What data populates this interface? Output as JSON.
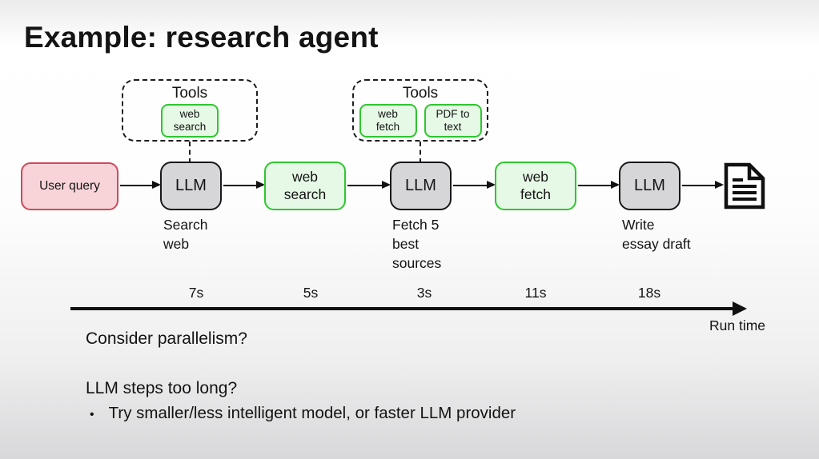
{
  "title": "Example: research agent",
  "colors": {
    "query_fill": "#f8d4d9",
    "query_border": "#ce4a5c",
    "llm_fill": "#d6d6d9",
    "llm_border": "#18181a",
    "tool_fill": "#e6f9e6",
    "tool_border": "#2ec72e"
  },
  "tools_groups": [
    {
      "label": "Tools",
      "tools": [
        {
          "label": "web search"
        }
      ]
    },
    {
      "label": "Tools",
      "tools": [
        {
          "label": "web fetch"
        },
        {
          "label": "PDF to text"
        }
      ]
    }
  ],
  "flow": {
    "query": {
      "label": "User query"
    },
    "llm_steps": [
      {
        "label": "LLM",
        "step_label": "Search web"
      },
      {
        "label": "LLM",
        "step_label": "Fetch 5 best sources"
      },
      {
        "label": "LLM",
        "step_label": "Write essay draft"
      }
    ],
    "tool_steps": [
      {
        "label": "web search"
      },
      {
        "label": "web fetch"
      }
    ],
    "output_icon": "document-icon"
  },
  "timeline": {
    "durations": [
      "7s",
      "5s",
      "3s",
      "11s",
      "18s"
    ],
    "axis_label": "Run time"
  },
  "notes": {
    "bullet_marker": "•",
    "line1": "Consider parallelism?",
    "line2": "LLM steps too long?",
    "bullet": "Try smaller/less intelligent model, or faster LLM provider"
  }
}
